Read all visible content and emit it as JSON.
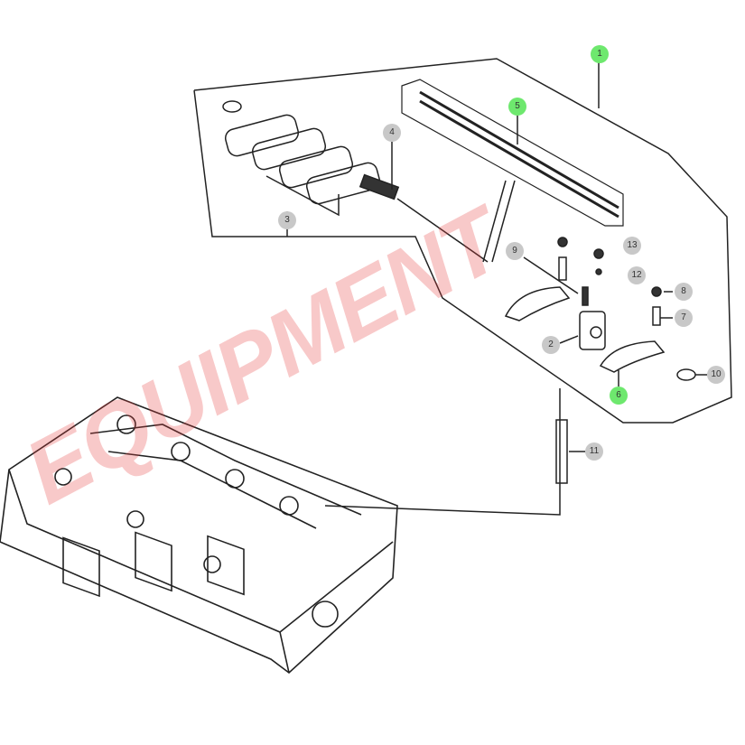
{
  "watermark": {
    "text": "EQUIPMENT",
    "color": "#e63c3c"
  },
  "callouts": [
    {
      "id": "1",
      "status": "highlighted"
    },
    {
      "id": "5",
      "status": "highlighted"
    },
    {
      "id": "4",
      "status": "normal"
    },
    {
      "id": "3",
      "status": "normal"
    },
    {
      "id": "9",
      "status": "normal"
    },
    {
      "id": "13",
      "status": "normal"
    },
    {
      "id": "12",
      "status": "normal"
    },
    {
      "id": "8",
      "status": "normal"
    },
    {
      "id": "7",
      "status": "normal"
    },
    {
      "id": "2",
      "status": "normal"
    },
    {
      "id": "10",
      "status": "normal"
    },
    {
      "id": "6",
      "status": "highlighted"
    },
    {
      "id": "11",
      "status": "normal"
    }
  ],
  "colors": {
    "highlight": "#6ee86e",
    "normal": "#c8c8c8",
    "line": "#222222"
  }
}
